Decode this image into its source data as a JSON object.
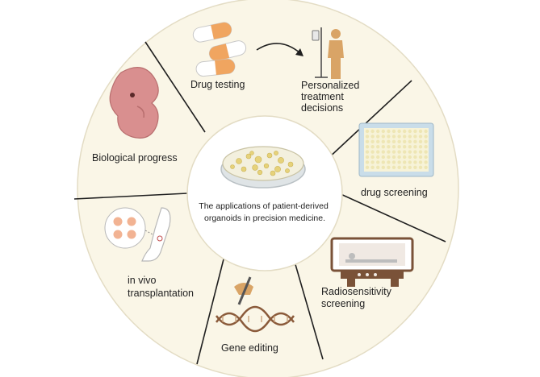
{
  "center": {
    "lines": [
      "The applications of patient-derived",
      "organoids in precision medicine."
    ]
  },
  "segments": {
    "drug_testing": "Drug testing",
    "personalized": [
      "Personalized",
      "treatment",
      "decisions"
    ],
    "drug_screening": "drug screening",
    "radiosensitivity": [
      "Radiosensitivity",
      "screening"
    ],
    "gene_editing": "Gene editing",
    "in_vivo": [
      "in vivo",
      "transplantation"
    ],
    "biological_progress": "Biological progress"
  },
  "colors": {
    "ring_fill": "#faf6e7",
    "divider": "#1f1f1f",
    "capsule_orange": "#f0a560",
    "embryo_pink": "#d98f8f",
    "person_tan": "#d9a466",
    "plate_blue": "#c9dde9",
    "machine_brown": "#7a5238",
    "dna_brown": "#8a5a3a",
    "dish_yellow": "#e6d27a"
  }
}
